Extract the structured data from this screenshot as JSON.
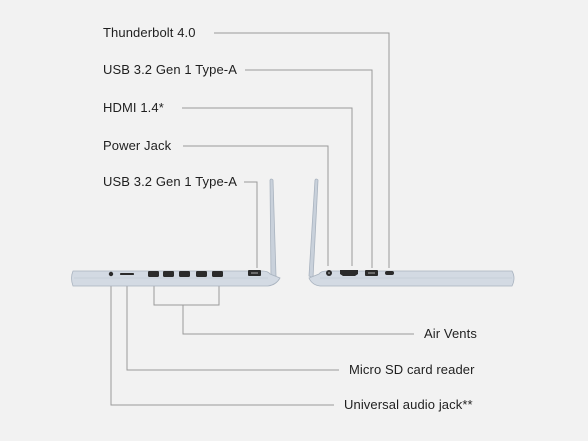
{
  "labels": {
    "thunderbolt": "Thunderbolt 4.0",
    "usb_a_right": "USB 3.2 Gen 1 Type-A",
    "hdmi": "HDMI 1.4*",
    "power_jack": "Power Jack",
    "usb_a_left": "USB 3.2 Gen 1 Type-A",
    "air_vents": "Air Vents",
    "micro_sd": "Micro SD card reader",
    "audio_jack": "Universal audio jack**"
  },
  "colors": {
    "background": "#f2f2f2",
    "leader_line": "#9a9a9a",
    "chassis": "#c9d1db",
    "chassis_edge": "#a9b3bf",
    "port": "#2b2b2b",
    "label_text": "#1f1f1f"
  }
}
